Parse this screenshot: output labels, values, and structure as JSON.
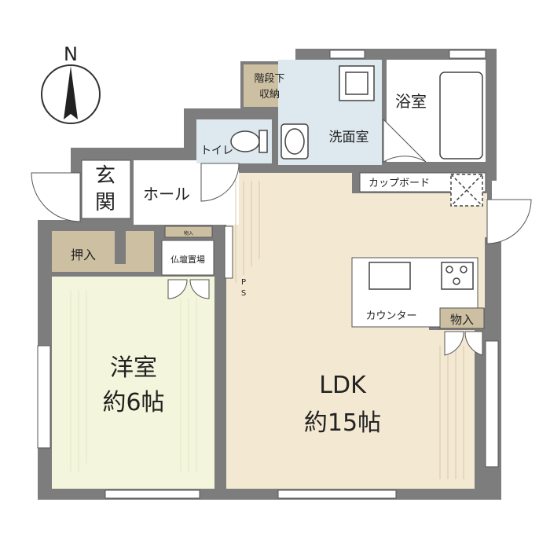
{
  "compass": {
    "letter": "N"
  },
  "rooms": {
    "western_room": {
      "name": "洋室",
      "size": "約6帖"
    },
    "ldk": {
      "name": "LDK",
      "size": "約15帖"
    },
    "bath": {
      "name": "浴室"
    },
    "washroom": {
      "name": "洗面室"
    },
    "toilet": {
      "name": "トイレ"
    },
    "entrance": {
      "char1": "玄",
      "char2": "関"
    },
    "hall": {
      "name": "ホール"
    },
    "oshiire": {
      "name": "押入"
    },
    "butsudan": {
      "name": "仏壇置場"
    },
    "under_stair": {
      "line1": "階段下",
      "line2": "収納"
    },
    "cupboard": {
      "name": "カップボード"
    },
    "counter": {
      "name": "カウンター"
    },
    "storage": {
      "name": "物入"
    },
    "ps": {
      "p": "P",
      "s": "S"
    },
    "small_tag": {
      "name": "物入"
    }
  },
  "colors": {
    "wall": "#7d7d7d",
    "ldk_floor": "#f3e8d2",
    "western_floor": "#f3f5dc",
    "wet_floor": "#dde9ee",
    "storage_fill": "#ccbfa2"
  }
}
